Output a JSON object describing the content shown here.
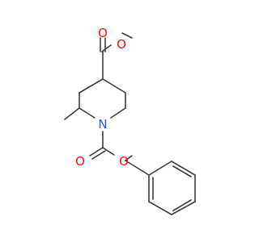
{
  "molecule": {
    "atoms": {
      "O_carbonyl_top": {
        "symbol": "O",
        "color": "#ff0d0d"
      },
      "O_ester_top": {
        "symbol": "O",
        "color": "#ff0d0d"
      },
      "N_ring": {
        "symbol": "N",
        "color": "#3050f8"
      },
      "O_carbonyl_bottom": {
        "symbol": "O",
        "color": "#ff0d0d"
      },
      "O_ester_bottom": {
        "symbol": "O",
        "color": "#ff0d0d"
      }
    },
    "colors": {
      "bond": "#3c3c3c",
      "background": "#ffffff"
    }
  }
}
